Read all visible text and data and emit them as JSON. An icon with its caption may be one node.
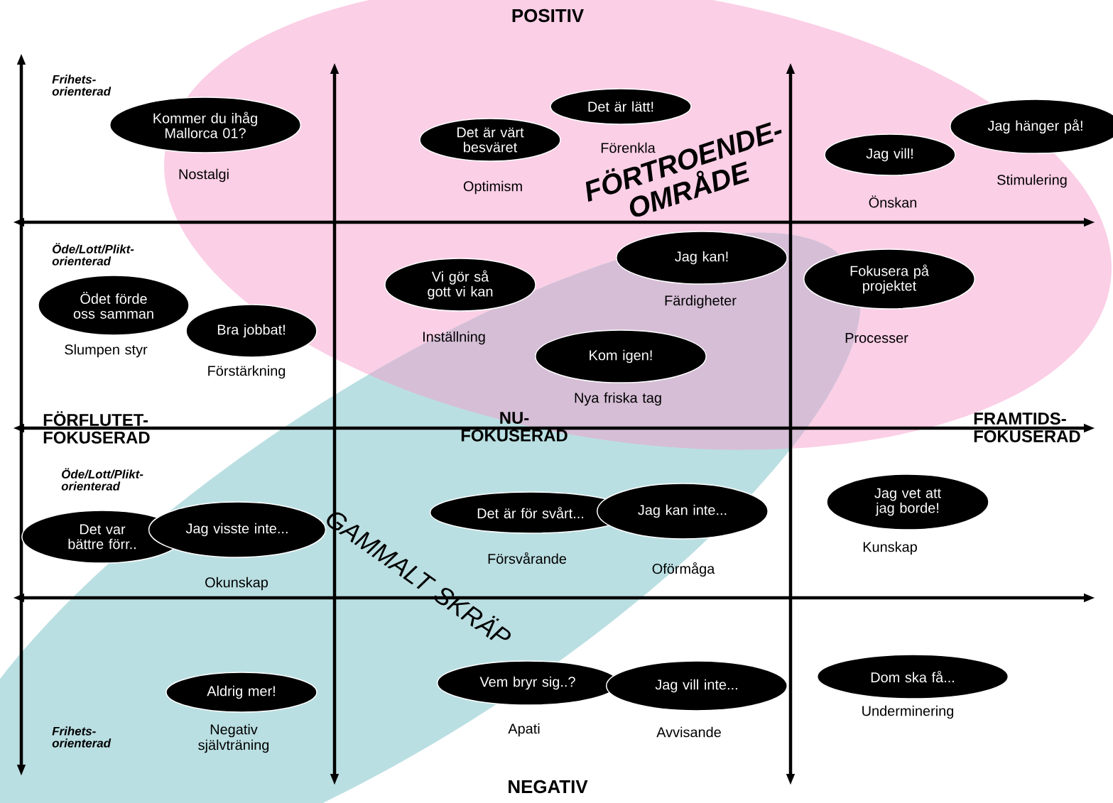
{
  "diagram": {
    "nodes": [
      {
        "text": [
          "Kommer du ihåg Mallorca 01?"
        ],
        "beside": [
          "Nostalgi"
        ]
      },
      {
        "text": [
          "Det är värt besväret"
        ],
        "beside": [
          "Optimism"
        ]
      },
      {
        "text": [
          "Det är lätt!"
        ],
        "beside": [
          "Förenkla"
        ]
      },
      {
        "text": [
          "Jag vill!"
        ],
        "beside": [
          "Önskan"
        ]
      },
      {
        "text": [
          "Jag hänger på!"
        ],
        "beside": [
          "Stimulering"
        ]
      },
      {
        "text": [
          "Jag kan!"
        ],
        "beside": [
          "Färdigheter"
        ]
      },
      {
        "text": [
          "Vi gör så gott vi kan"
        ],
        "beside": [
          "Inställning"
        ]
      },
      {
        "text": [
          "Fokusera på projektet"
        ],
        "beside": [
          "Processer"
        ]
      },
      {
        "text": [
          "Ödet förde oss samman"
        ],
        "beside": [
          "Slumpen styr"
        ]
      },
      {
        "text": [
          "Bra jobbat!"
        ],
        "beside": [
          "Förstärkning"
        ]
      },
      {
        "text": [
          "Kom igen!"
        ],
        "beside": [
          "Nya friska tag"
        ]
      },
      {
        "text": [
          "Det är för svårt..."
        ],
        "beside": [
          "Försvårande"
        ]
      },
      {
        "text": [
          "Jag kan inte..."
        ],
        "beside": [
          "Oförmåga"
        ]
      },
      {
        "text": [
          "Jag vet att jag borde!"
        ],
        "beside": [
          "Kunskap"
        ]
      },
      {
        "text": [
          "Det var bättre förr.."
        ]
      },
      {
        "text": [
          "Jag visste inte..."
        ],
        "beside": [
          "Okunskap"
        ]
      },
      {
        "text": [
          "Aldrig mer!"
        ],
        "beside": [
          "Negativ självträning"
        ]
      },
      {
        "text": [
          "Vem bryr sig..?"
        ],
        "beside": [
          "Apati"
        ]
      },
      {
        "text": [
          "Jag vill inte..."
        ],
        "beside": [
          "Avvisande"
        ]
      },
      {
        "text": [
          "Dom ska få..."
        ],
        "beside": [
          "Underminering"
        ]
      }
    ],
    "labels": [
      "POSITIV",
      "Frihets- orienterad",
      "FÖRTROENDE- OMRÅDE",
      "Öde/Lott/Plikt- orienterad",
      "FÖRFLUTET- FOKUSERAD",
      "NU- FOKUSERAD",
      "FRAMTIDS- FOKUSERAD",
      "Öde/Lott/Plikt- orienterad",
      "GAMMALT SKRÄP",
      "Frihets- orienterad",
      "NEGATIV"
    ]
  }
}
